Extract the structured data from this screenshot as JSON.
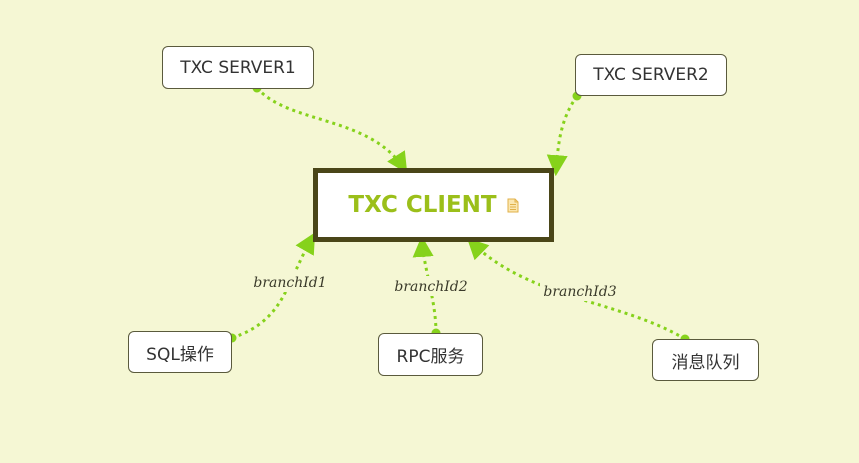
{
  "diagram": {
    "central": {
      "label": "TXC CLIENT",
      "note_icon": "note-icon"
    },
    "servers": [
      {
        "label": "TXC SERVER1"
      },
      {
        "label": "TXC SERVER2"
      }
    ],
    "children": [
      {
        "label": "SQL操作",
        "edge_label": "branchId1"
      },
      {
        "label": "RPC服务",
        "edge_label": "branchId2"
      },
      {
        "label": "消息队列",
        "edge_label": "branchId3"
      }
    ]
  },
  "colors": {
    "background": "#f5f7d4",
    "connector": "#86d21b",
    "central_border": "#4a4618",
    "central_text": "#9bbf1a"
  }
}
